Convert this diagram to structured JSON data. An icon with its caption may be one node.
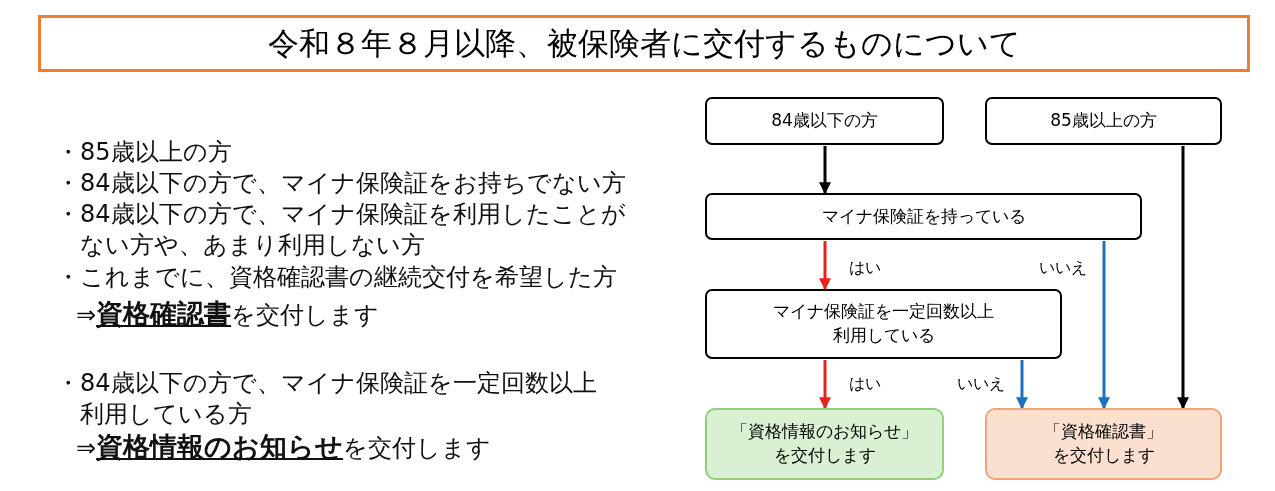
{
  "diagram": {
    "title": "令和８年８月以降、被保険者に交付するものについて",
    "nodes": [
      {
        "text": [
          "84歳以下の方"
        ]
      },
      {
        "text": [
          "85歳以上の方"
        ]
      },
      {
        "text": [
          "マイナ保険証を持っている"
        ]
      },
      {
        "text": [
          "マイナ保険証を一定回数以上利用している"
        ]
      },
      {
        "text": [
          "「資格情報のお知らせ」を交付します"
        ]
      },
      {
        "text": [
          "「資格確認書」を交付します"
        ]
      }
    ],
    "edges": [
      {
        "from": 0,
        "to": 2,
        "arrow": "to"
      },
      {
        "from": 2,
        "to": 3,
        "arrow": "to",
        "label": "はい",
        "color": "#e8201e"
      },
      {
        "from": 2,
        "to": 5,
        "arrow": "to",
        "label": "いいえ",
        "color": "#1f6fbf"
      },
      {
        "from": 3,
        "to": 4,
        "arrow": "to",
        "label": "はい",
        "color": "#e8201e"
      },
      {
        "from": 3,
        "to": 5,
        "arrow": "to",
        "label": "いいえ",
        "color": "#1f6fbf"
      },
      {
        "from": 1,
        "to": 5,
        "arrow": "to"
      }
    ],
    "labels": [
      "・85歳以上の方",
      "・84歳以下の方で、マイナ保険証をお持ちでない方",
      "・84歳以下の方で、マイナ保険証を利用したことがない方や、あまり利用しない方",
      "・これまでに、資格確認書の継続交付を希望した方",
      "⇒**資格確認書**を交付します",
      "・84歳以下の方で、マイナ保険証を一定回数以上利用している方",
      "⇒**資格情報のお知らせ**を交付します"
    ]
  }
}
